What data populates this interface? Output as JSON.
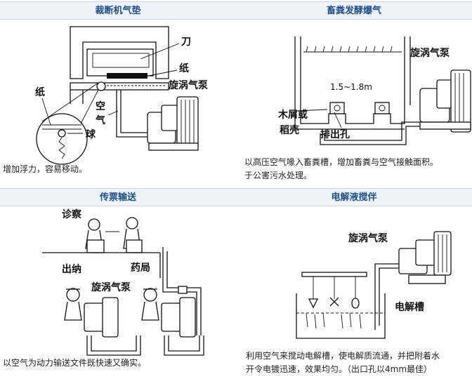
{
  "panels": [
    {
      "title": "裁断机气垫",
      "labels": {
        "knife": "刀",
        "paper_top": "纸",
        "paper_left": "纸",
        "blower": "旋涡气泵",
        "air": "空气",
        "ball": "球"
      },
      "desc": [
        "增加浮力，容易移动。"
      ]
    },
    {
      "title": "畜粪发酵爆气",
      "labels": {
        "blower": "旋涡气泵",
        "depth": "1.5~1.8m",
        "sawdust_1": "木屑或",
        "sawdust_2": "稻壳",
        "outlet": "排出孔"
      },
      "desc": [
        "以高压空气喙入畜粪槽，增加畜粪与空气接触面积。",
        "于公害污水处理。"
      ]
    },
    {
      "title": "传票输送",
      "labels": {
        "clinic": "诊察",
        "cashier": "出纳",
        "pharmacy": "药局",
        "blower": "旋涡气泵"
      },
      "desc": [
        "以空气为动力输送文件既快速又确实。"
      ]
    },
    {
      "title": "电解液搅伴",
      "labels": {
        "blower": "旋涡气泵",
        "tank": "电解槽"
      },
      "desc": [
        "利用空气来搅动电解槽，使电解质流通，并把附着水",
        "开令电镀迅速，效果均匀。（出口孔以4mm最佳）"
      ]
    }
  ]
}
